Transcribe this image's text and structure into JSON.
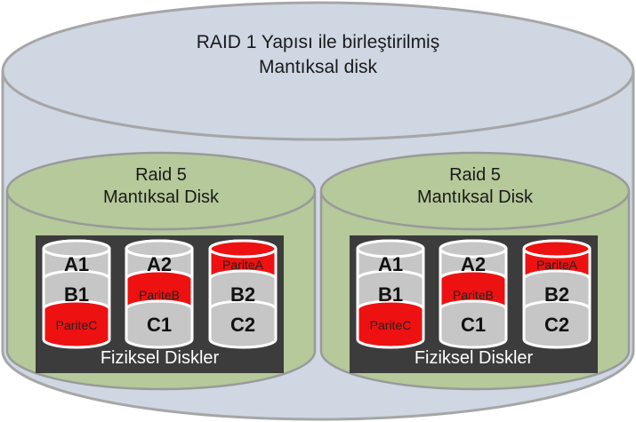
{
  "colors": {
    "outer_fill": "#cfd7e3",
    "outer_stroke": "#a6a6a6",
    "group_fill": "#b5c99a",
    "group_stroke": "#9a9a9a",
    "panel_fill": "#3c3c3c",
    "segment_fill": "#c6c6c6",
    "parity_fill": "#ee1111",
    "disk_stroke": "#ffffff"
  },
  "outer": {
    "title_line1": "RAID 1 Yapısı ile birleştirilmiş",
    "title_line2": "Mantıksal disk"
  },
  "groups": [
    {
      "title_line1": "Raid 5",
      "title_line2": "Mantıksal Disk",
      "panel_label": "Fiziksel Diskler",
      "disks": [
        {
          "segments": [
            {
              "label": "A1",
              "parity": false
            },
            {
              "label": "B1",
              "parity": false
            },
            {
              "label": "PariteC",
              "parity": true
            }
          ]
        },
        {
          "segments": [
            {
              "label": "A2",
              "parity": false
            },
            {
              "label": "PariteB",
              "parity": true
            },
            {
              "label": "C1",
              "parity": false
            }
          ]
        },
        {
          "segments": [
            {
              "label": "PariteA",
              "parity": true
            },
            {
              "label": "B2",
              "parity": false
            },
            {
              "label": "C2",
              "parity": false
            }
          ]
        }
      ]
    },
    {
      "title_line1": "Raid 5",
      "title_line2": "Mantıksal Disk",
      "panel_label": "Fiziksel Diskler",
      "disks": [
        {
          "segments": [
            {
              "label": "A1",
              "parity": false
            },
            {
              "label": "B1",
              "parity": false
            },
            {
              "label": "PariteC",
              "parity": true
            }
          ]
        },
        {
          "segments": [
            {
              "label": "A2",
              "parity": false
            },
            {
              "label": "PariteB",
              "parity": true
            },
            {
              "label": "C1",
              "parity": false
            }
          ]
        },
        {
          "segments": [
            {
              "label": "PariteA",
              "parity": true
            },
            {
              "label": "B2",
              "parity": false
            },
            {
              "label": "C2",
              "parity": false
            }
          ]
        }
      ]
    }
  ]
}
